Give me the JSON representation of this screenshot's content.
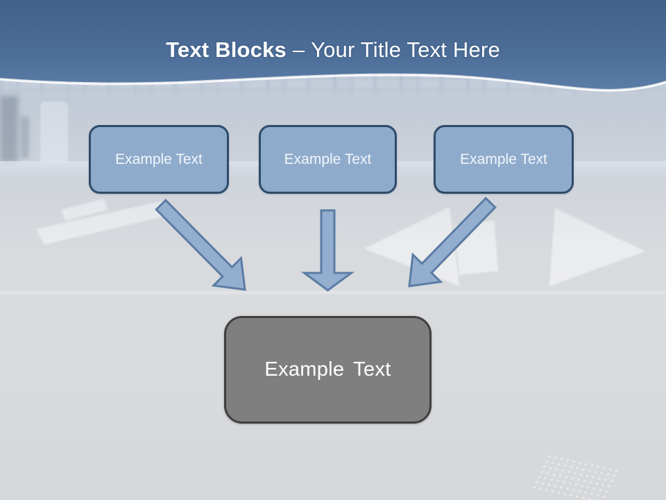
{
  "slide": {
    "title": {
      "bold": "Text Blocks",
      "separator": " – ",
      "rest": "Your Title Text Here"
    }
  },
  "diagram": {
    "source_blocks": [
      {
        "label": "Example Text"
      },
      {
        "label": "Example Text"
      },
      {
        "label": "Example Text"
      }
    ],
    "target_block": {
      "label": "Example Text"
    },
    "arrows": [
      "arrow-down-right",
      "arrow-down",
      "arrow-down-left"
    ]
  },
  "colors": {
    "header_top": "#41608a",
    "header_bottom": "#5a7ca6",
    "block_fill": "#8fabcc",
    "block_border": "#2e4b69",
    "arrow_fill": "#94aecf",
    "arrow_stroke": "#5b7ca3",
    "target_fill": "#7f7f7f",
    "target_border": "#3f3f3f",
    "title_color": "#ffffff"
  }
}
